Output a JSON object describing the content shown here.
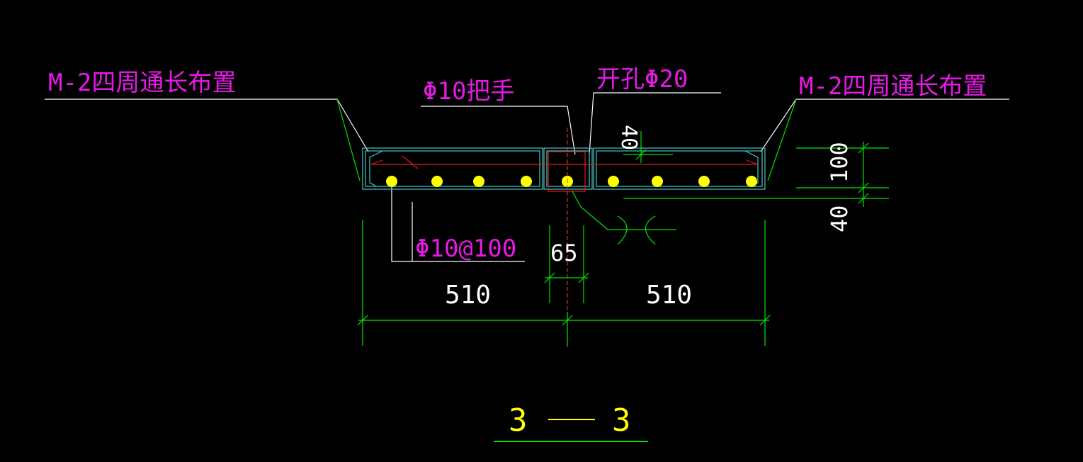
{
  "labels": {
    "left_note": "M-2四周通长布置",
    "right_note": "M-2四周通长布置",
    "handle_note": "Φ10把手",
    "hole_note": "开孔Φ20",
    "rebar_note": "Φ10@100",
    "dim_left_width": "510",
    "dim_right_width": "510",
    "dim_hole_width": "65",
    "dim_thickness": "100",
    "dim_offset_right": "40",
    "dim_top_offset": "40",
    "section_left": "3",
    "section_right": "3"
  },
  "colors": {
    "background": "#000000",
    "text_magenta": "#e619e6",
    "line_white": "#ffffff",
    "line_green": "#00e600",
    "slab_cyan": "#46c8c8",
    "rebar_red": "#e61919",
    "bar_yellow": "#ffff00",
    "section_yellow": "#ffff00",
    "leader_dashed": "#ff3030"
  }
}
